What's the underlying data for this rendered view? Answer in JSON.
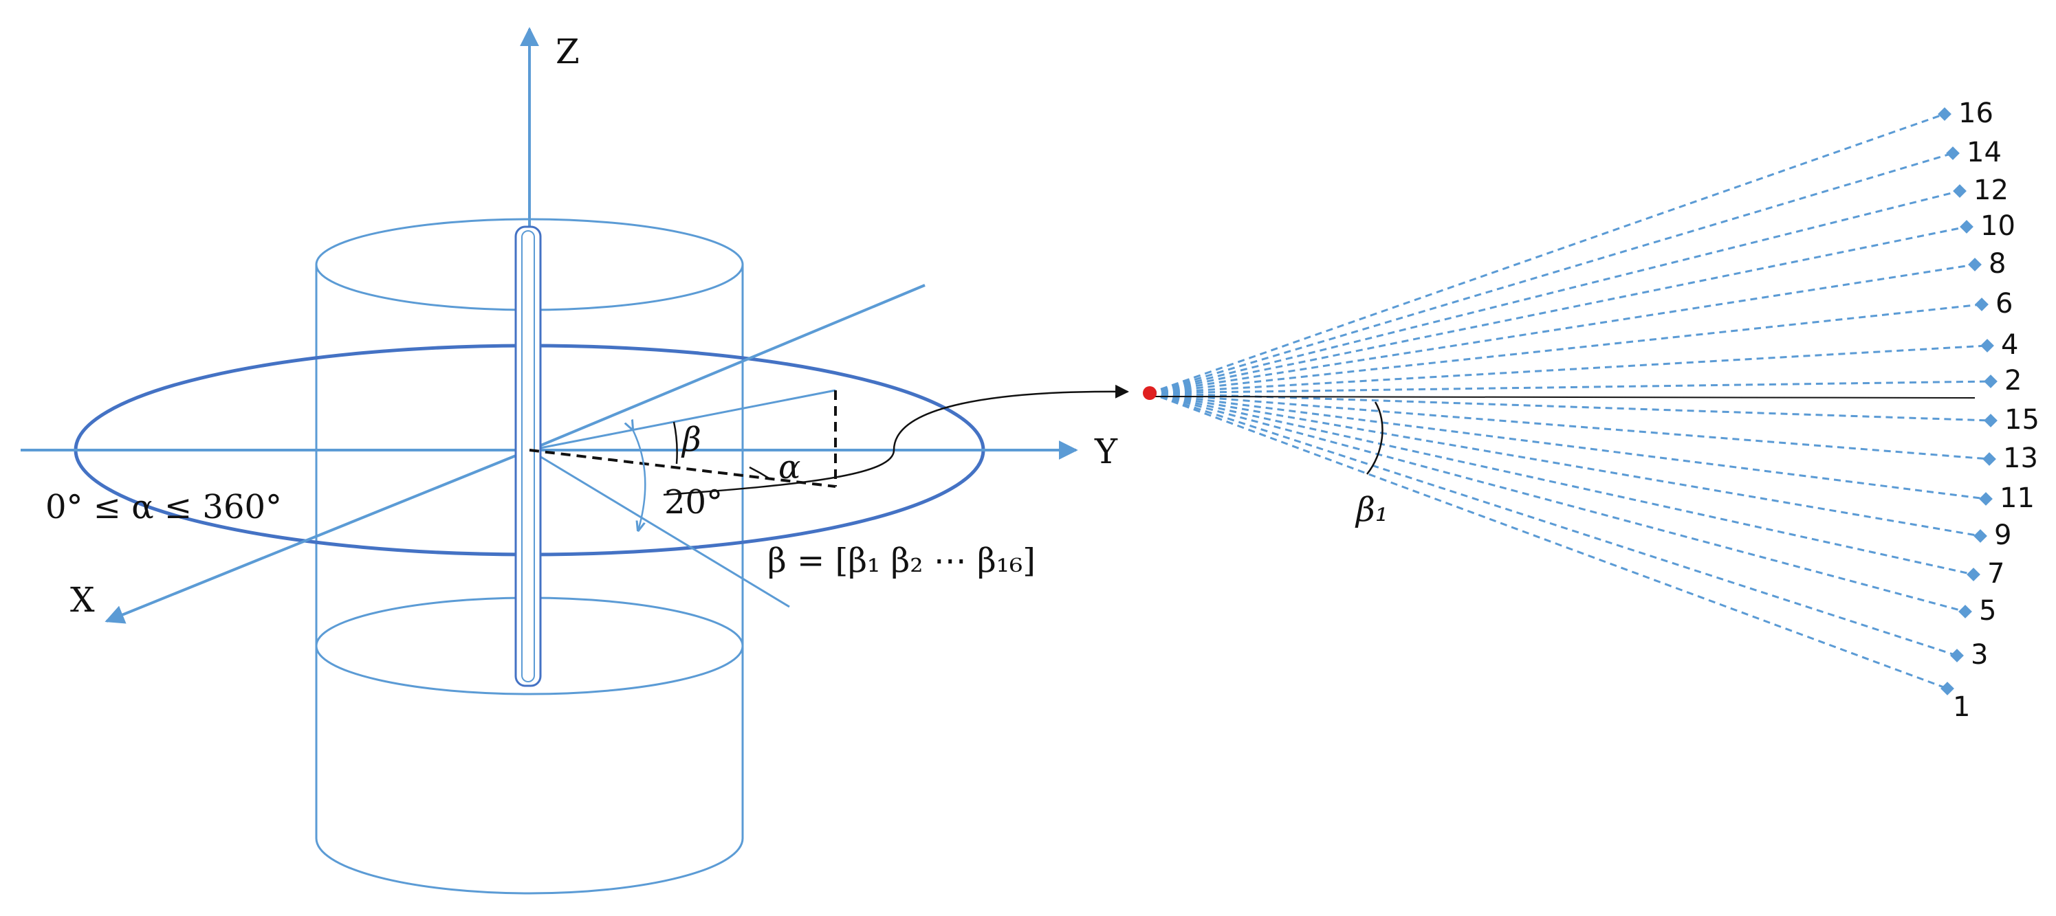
{
  "axes": {
    "z": "Z",
    "y": "Y",
    "x": "X"
  },
  "labels": {
    "beta": "β",
    "alpha": "α",
    "tilt": "20°",
    "alpha_range": "0° ≤ α ≤ 360°",
    "beta_vector": "β = [β₁   β₂   ⋯   β₁₆]",
    "beta_one": "β₁"
  },
  "beams": {
    "count": 16,
    "labels": [
      "1",
      "2",
      "3",
      "4",
      "5",
      "6",
      "7",
      "8",
      "9",
      "10",
      "11",
      "12",
      "13",
      "14",
      "15",
      "16"
    ],
    "top_order": [
      "16",
      "14",
      "12",
      "10",
      "8",
      "6",
      "4",
      "2",
      "15",
      "13",
      "11",
      "9",
      "7",
      "5",
      "3",
      "1"
    ]
  },
  "colors": {
    "line": "#5b9bd5",
    "ring": "#4472c4",
    "beam": "#5b9bd5",
    "origin": "#e02020",
    "ink": "#111111"
  }
}
